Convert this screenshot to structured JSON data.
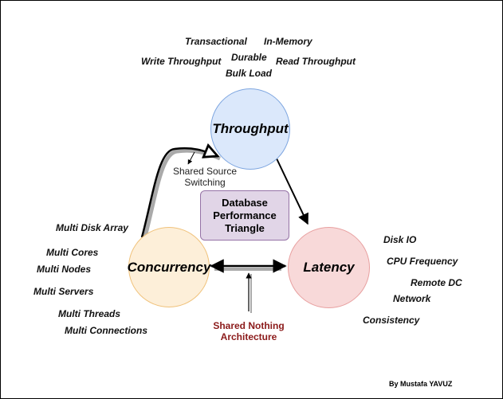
{
  "colors": {
    "throughput_fill": "#dbe8fb",
    "concurrency_fill": "#fdefd9",
    "latency_fill": "#f8d9d9",
    "center_fill": "#e1d5e7",
    "shared_nothing_text": "#8b1a1a"
  },
  "nodes": {
    "throughput": "Throughput",
    "concurrency": "Concurrency",
    "latency": "Latency",
    "center": "Database\nPerformance\nTriangle"
  },
  "throughput_labels": {
    "transactional": "Transactional",
    "in_memory": "In-Memory",
    "write_throughput": "Write Throughput",
    "durable": "Durable",
    "read_throughput": "Read Throughput",
    "bulk_load": "Bulk Load"
  },
  "concurrency_labels": [
    "Multi Disk Array",
    "Multi Cores",
    "Multi Nodes",
    "Multi Servers",
    "Multi Threads",
    "Multi Connections"
  ],
  "latency_labels": [
    "Disk IO",
    "CPU Frequency",
    "Remote DC",
    "Network",
    "Consistency"
  ],
  "shared_source": "Shared Source\nSwitching",
  "shared_nothing": "Shared Nothing\nArchitecture",
  "credit": "By Mustafa YAVUZ"
}
